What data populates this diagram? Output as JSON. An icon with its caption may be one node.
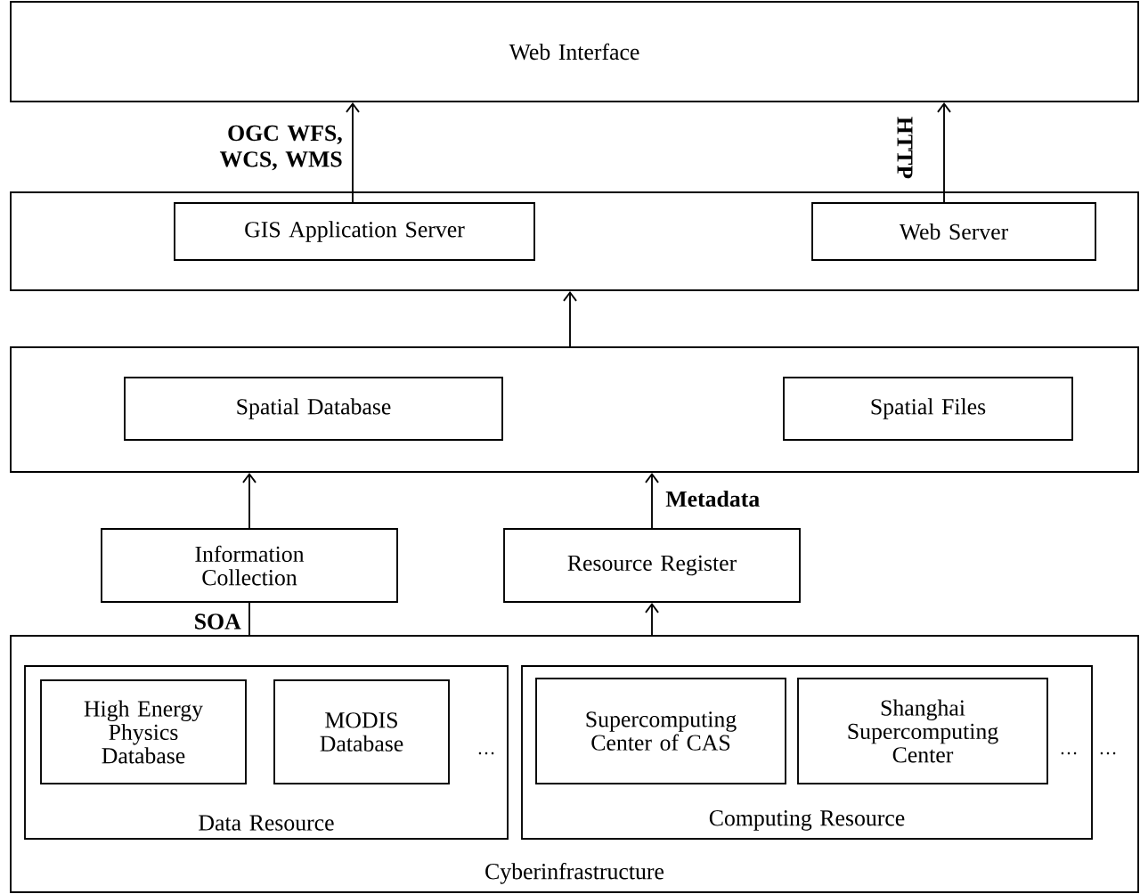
{
  "diagram": {
    "nodes": [
      {
        "text": [
          "Web Interface"
        ]
      },
      {
        "text": [],
        "shape": "box"
      },
      {
        "text": [
          "GIS Application Server"
        ],
        "in": 1
      },
      {
        "text": [
          "Web Server"
        ],
        "in": 1
      },
      {
        "text": [],
        "shape": "box"
      },
      {
        "text": [
          "Spatial Database"
        ],
        "in": 4
      },
      {
        "text": [
          "Spatial Files"
        ],
        "in": 4
      },
      {
        "text": [
          "Information Collection"
        ]
      },
      {
        "text": [
          "Resource Register"
        ]
      },
      {
        "text": [
          "Cyberinfrastructure"
        ]
      },
      {
        "text": [
          "Data Resource"
        ],
        "in": 9
      },
      {
        "text": [
          "High Energy Physics Database"
        ],
        "in": 10
      },
      {
        "text": [
          "MODIS Database"
        ],
        "in": 10
      },
      {
        "text": [
          "Computing Resource"
        ],
        "in": 9
      },
      {
        "text": [
          "Supercomputing Center of CAS"
        ],
        "in": 13
      },
      {
        "text": [
          "Shanghai Supercomputing Center"
        ],
        "in": 13
      }
    ],
    "edges": [
      {
        "from": 2,
        "to": 0,
        "arrow": "to",
        "label": "OGC  WFS, WCS, WMS"
      },
      {
        "from": 3,
        "to": 0,
        "arrow": "to",
        "label": "HTTP"
      },
      {
        "from": 4,
        "to": 1,
        "arrow": "to"
      },
      {
        "from": 7,
        "to": 4,
        "arrow": "to"
      },
      {
        "from": 8,
        "to": 4,
        "arrow": "to",
        "label": "Metadata"
      },
      {
        "from": 9,
        "to": 7,
        "arrow": "none",
        "label": "SOA"
      },
      {
        "from": 9,
        "to": 8,
        "arrow": "to"
      }
    ],
    "labels": [
      "…",
      "…",
      "…"
    ]
  }
}
